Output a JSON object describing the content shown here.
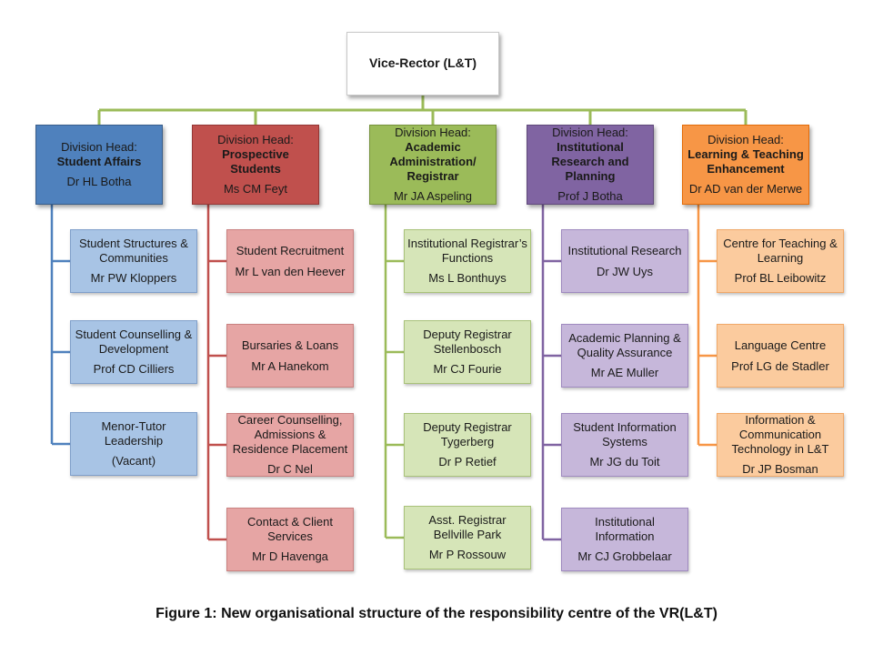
{
  "root": {
    "title": "Vice-Rector (L&T)"
  },
  "connector_color": "#9bbb59",
  "divisions": [
    {
      "name": "student-affairs",
      "head_label": "Division Head:",
      "head_title": "Student Affairs",
      "head_person": "Dr HL Botha",
      "head_color": "#4f81bd",
      "head_border": "#385d8a",
      "line_color": "#4f81bd",
      "sub_fill": "#a8c4e5",
      "sub_border": "#7f9fca",
      "subs": [
        {
          "title": "Student Structures & Communities",
          "person": "Mr PW Kloppers"
        },
        {
          "title": "Student Counselling & Development",
          "person": "Prof CD Cilliers"
        },
        {
          "title": "Menor-Tutor Leadership",
          "person": "(Vacant)"
        }
      ]
    },
    {
      "name": "prospective-students",
      "head_label": "Division Head:",
      "head_title": "Prospective Students",
      "head_person": "Ms CM Feyt",
      "head_color": "#c0504d",
      "head_border": "#943634",
      "line_color": "#c0504d",
      "sub_fill": "#e6a5a4",
      "sub_border": "#c98180",
      "subs": [
        {
          "title": "Student Recruitment",
          "person": "Mr L van den Heever"
        },
        {
          "title": "Bursaries & Loans",
          "person": "Mr A Hanekom"
        },
        {
          "title": "Career Counselling, Admissions & Residence Placement",
          "person": "Dr C Nel"
        },
        {
          "title": "Contact & Client Services",
          "person": "Mr D Havenga"
        }
      ]
    },
    {
      "name": "academic-administration",
      "head_label": "Division Head:",
      "head_title": "Academic Administration/ Registrar",
      "head_person": "Mr JA Aspeling",
      "head_color": "#9bbb59",
      "head_border": "#76923c",
      "line_color": "#9bbb59",
      "sub_fill": "#d6e5b8",
      "sub_border": "#a9c27a",
      "subs": [
        {
          "title": "Institutional Registrar’s Functions",
          "person": "Ms L Bonthuys"
        },
        {
          "title": "Deputy Registrar Stellenbosch",
          "person": "Mr CJ Fourie"
        },
        {
          "title": "Deputy Registrar Tygerberg",
          "person": "Dr P Retief"
        },
        {
          "title": "Asst. Registrar Bellville Park",
          "person": "Mr P Rossouw"
        }
      ]
    },
    {
      "name": "institutional-research",
      "head_label": "Division Head:",
      "head_title": "Institutional Research and Planning",
      "head_person": "Prof J Botha",
      "head_color": "#8064a2",
      "head_border": "#5f497a",
      "line_color": "#8064a2",
      "sub_fill": "#c6b7da",
      "sub_border": "#9f8abf",
      "subs": [
        {
          "title": "Institutional Research",
          "person": "Dr JW Uys"
        },
        {
          "title": "Academic Planning & Quality Assurance",
          "person": "Mr AE Muller"
        },
        {
          "title": "Student Information Systems",
          "person": "Mr JG du Toit"
        },
        {
          "title": "Institutional Information",
          "person": "Mr CJ Grobbelaar"
        }
      ]
    },
    {
      "name": "learning-teaching",
      "head_label": "Division Head:",
      "head_title": "Learning & Teaching Enhancement",
      "head_person": "Dr AD van der Merwe",
      "head_color": "#f79646",
      "head_border": "#e36c09",
      "line_color": "#f79646",
      "sub_fill": "#fbcb9e",
      "sub_border": "#f0a868",
      "subs": [
        {
          "title": "Centre for Teaching & Learning",
          "person": "Prof BL Leibowitz"
        },
        {
          "title": "Language Centre",
          "person": "Prof LG de Stadler"
        },
        {
          "title": "Information & Communication Technology in L&T",
          "person": "Dr JP Bosman"
        }
      ]
    }
  ],
  "caption": "Figure 1: New organisational structure of the responsibility centre of the VR(L&T)"
}
